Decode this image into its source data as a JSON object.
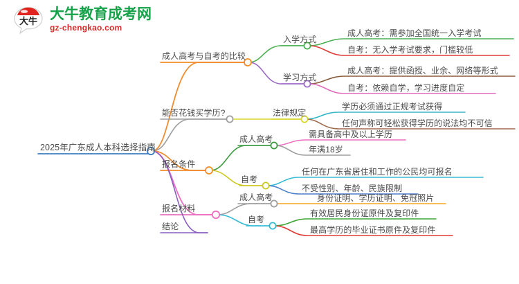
{
  "brand": {
    "name": "大牛教育成考网",
    "domain": "gz-chengkao.com",
    "logo_glyph": "大牛",
    "title_color": "#17a24a",
    "domain_color": "#d62b28",
    "logo_accent_color": "#e0231f"
  },
  "mindmap": {
    "root": {
      "label": "2025年广东成人本科选择指南",
      "color": "#3e7fc1"
    },
    "branches": [
      {
        "label": "成人高考与自考的比较",
        "color": "#f08c2e",
        "children": [
          {
            "label": "入学方式",
            "color": "#4caf50",
            "children": [
              {
                "label": "成人高考：需参加全国统一入学考试",
                "color": "#4caf50"
              },
              {
                "label": "自考：无入学考试要求，门槛较低",
                "color": "#e03b36"
              }
            ]
          },
          {
            "label": "学习方式",
            "color": "#9b6bc4",
            "children": [
              {
                "label": "成人高考：提供函授、业余、网络等形式",
                "color": "#8a5c3b"
              },
              {
                "label": "自考：依赖自学，学习进度自定",
                "color": "#e16bbd"
              }
            ]
          }
        ]
      },
      {
        "label": "能否花钱买学历?",
        "color": "#9e9e9e",
        "children": [
          {
            "label": "法律规定",
            "color": "#d8d52a",
            "children": [
              {
                "label": "学历必须通过正规考试获得",
                "color": "#35b7c9"
              },
              {
                "label": "任何声称可轻松获得学历的说法均不可信",
                "color": "#9d6b4e"
              }
            ]
          }
        ]
      },
      {
        "label": "报名条件",
        "color": "#f08c2e",
        "children": [
          {
            "label": "成人高考",
            "color": "#3f9b42",
            "children": [
              {
                "label": "需具备高中及以上学历",
                "color": "#ec6fc0"
              },
              {
                "label": "年满18岁",
                "color": "#9e9e9e"
              }
            ]
          },
          {
            "label": "自考",
            "color": "#cdc820",
            "children": [
              {
                "label": "任何在广东省居住和工作的公民均可报名",
                "color": "#33bcd4"
              },
              {
                "label": "不受性别、年龄、民族限制",
                "color": "#4a7fc9"
              }
            ]
          }
        ]
      },
      {
        "label": "报名材料",
        "color": "#ec6fc0",
        "children": [
          {
            "label": "成人高考",
            "color": "#9e9e9e",
            "children": [
              {
                "label": "身份证明、学历证明、免冠照片",
                "color": "#f5a623"
              }
            ]
          },
          {
            "label": "自考",
            "color": "#33bcd4",
            "children": [
              {
                "label": "有效居民身份证原件及复印件",
                "color": "#3fa535"
              },
              {
                "label": "最高学历的毕业证书原件及复印件",
                "color": "#e03b36"
              }
            ]
          }
        ]
      },
      {
        "label": "结论",
        "color": "#8a5fc0",
        "children": []
      }
    ]
  },
  "labels": {
    "l_root": "2025年广东成人本科选择指南",
    "l_b1": "成人高考与自考的比较",
    "l_b1c1": "入学方式",
    "l_b1c1g1": "成人高考：需参加全国统一入学考试",
    "l_b1c1g2": "自考：无入学考试要求，门槛较低",
    "l_b1c2": "学习方式",
    "l_b1c2g1": "成人高考：提供函授、业余、网络等形式",
    "l_b1c2g2": "自考：依赖自学，学习进度自定",
    "l_b2": "能否花钱买学历?",
    "l_b2c1": "法律规定",
    "l_b2c1g1": "学历必须通过正规考试获得",
    "l_b2c1g2": "任何声称可轻松获得学历的说法均不可信",
    "l_b3": "报名条件",
    "l_b3c1": "成人高考",
    "l_b3c1g1": "需具备高中及以上学历",
    "l_b3c1g2": "年满18岁",
    "l_b3c2": "自考",
    "l_b3c2g1": "任何在广东省居住和工作的公民均可报名",
    "l_b3c2g2": "不受性别、年龄、民族限制",
    "l_b4": "报名材料",
    "l_b4c1": "成人高考",
    "l_b4c1g1": "身份证明、学历证明、免冠照片",
    "l_b4c2": "自考",
    "l_b4c2g1": "有效居民身份证原件及复印件",
    "l_b4c2g2": "最高学历的毕业证书原件及复印件",
    "l_b5": "结论"
  }
}
